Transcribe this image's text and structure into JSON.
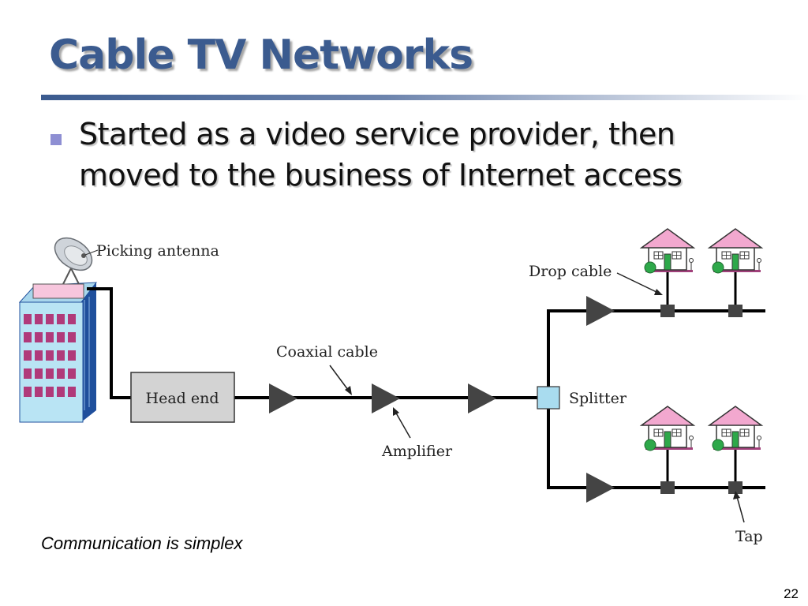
{
  "slide": {
    "title": "Cable TV Networks",
    "bullet": "Started as a video service provider, then moved to the business of Internet access",
    "note": "Communication is simplex",
    "page_number": "22"
  },
  "diagram": {
    "labels": {
      "antenna": "Picking antenna",
      "head_end": "Head end",
      "coaxial": "Coaxial cable",
      "amplifier": "Amplifier",
      "splitter": "Splitter",
      "drop_cable": "Drop cable",
      "tap": "Tap"
    }
  },
  "colors": {
    "title": "#3b5b8f",
    "bullet": "#8e8fd3",
    "building": "#b9e4f4",
    "roof": "#f2a8cf",
    "splitter": "#a9dcef",
    "door": "#2ea84a"
  }
}
